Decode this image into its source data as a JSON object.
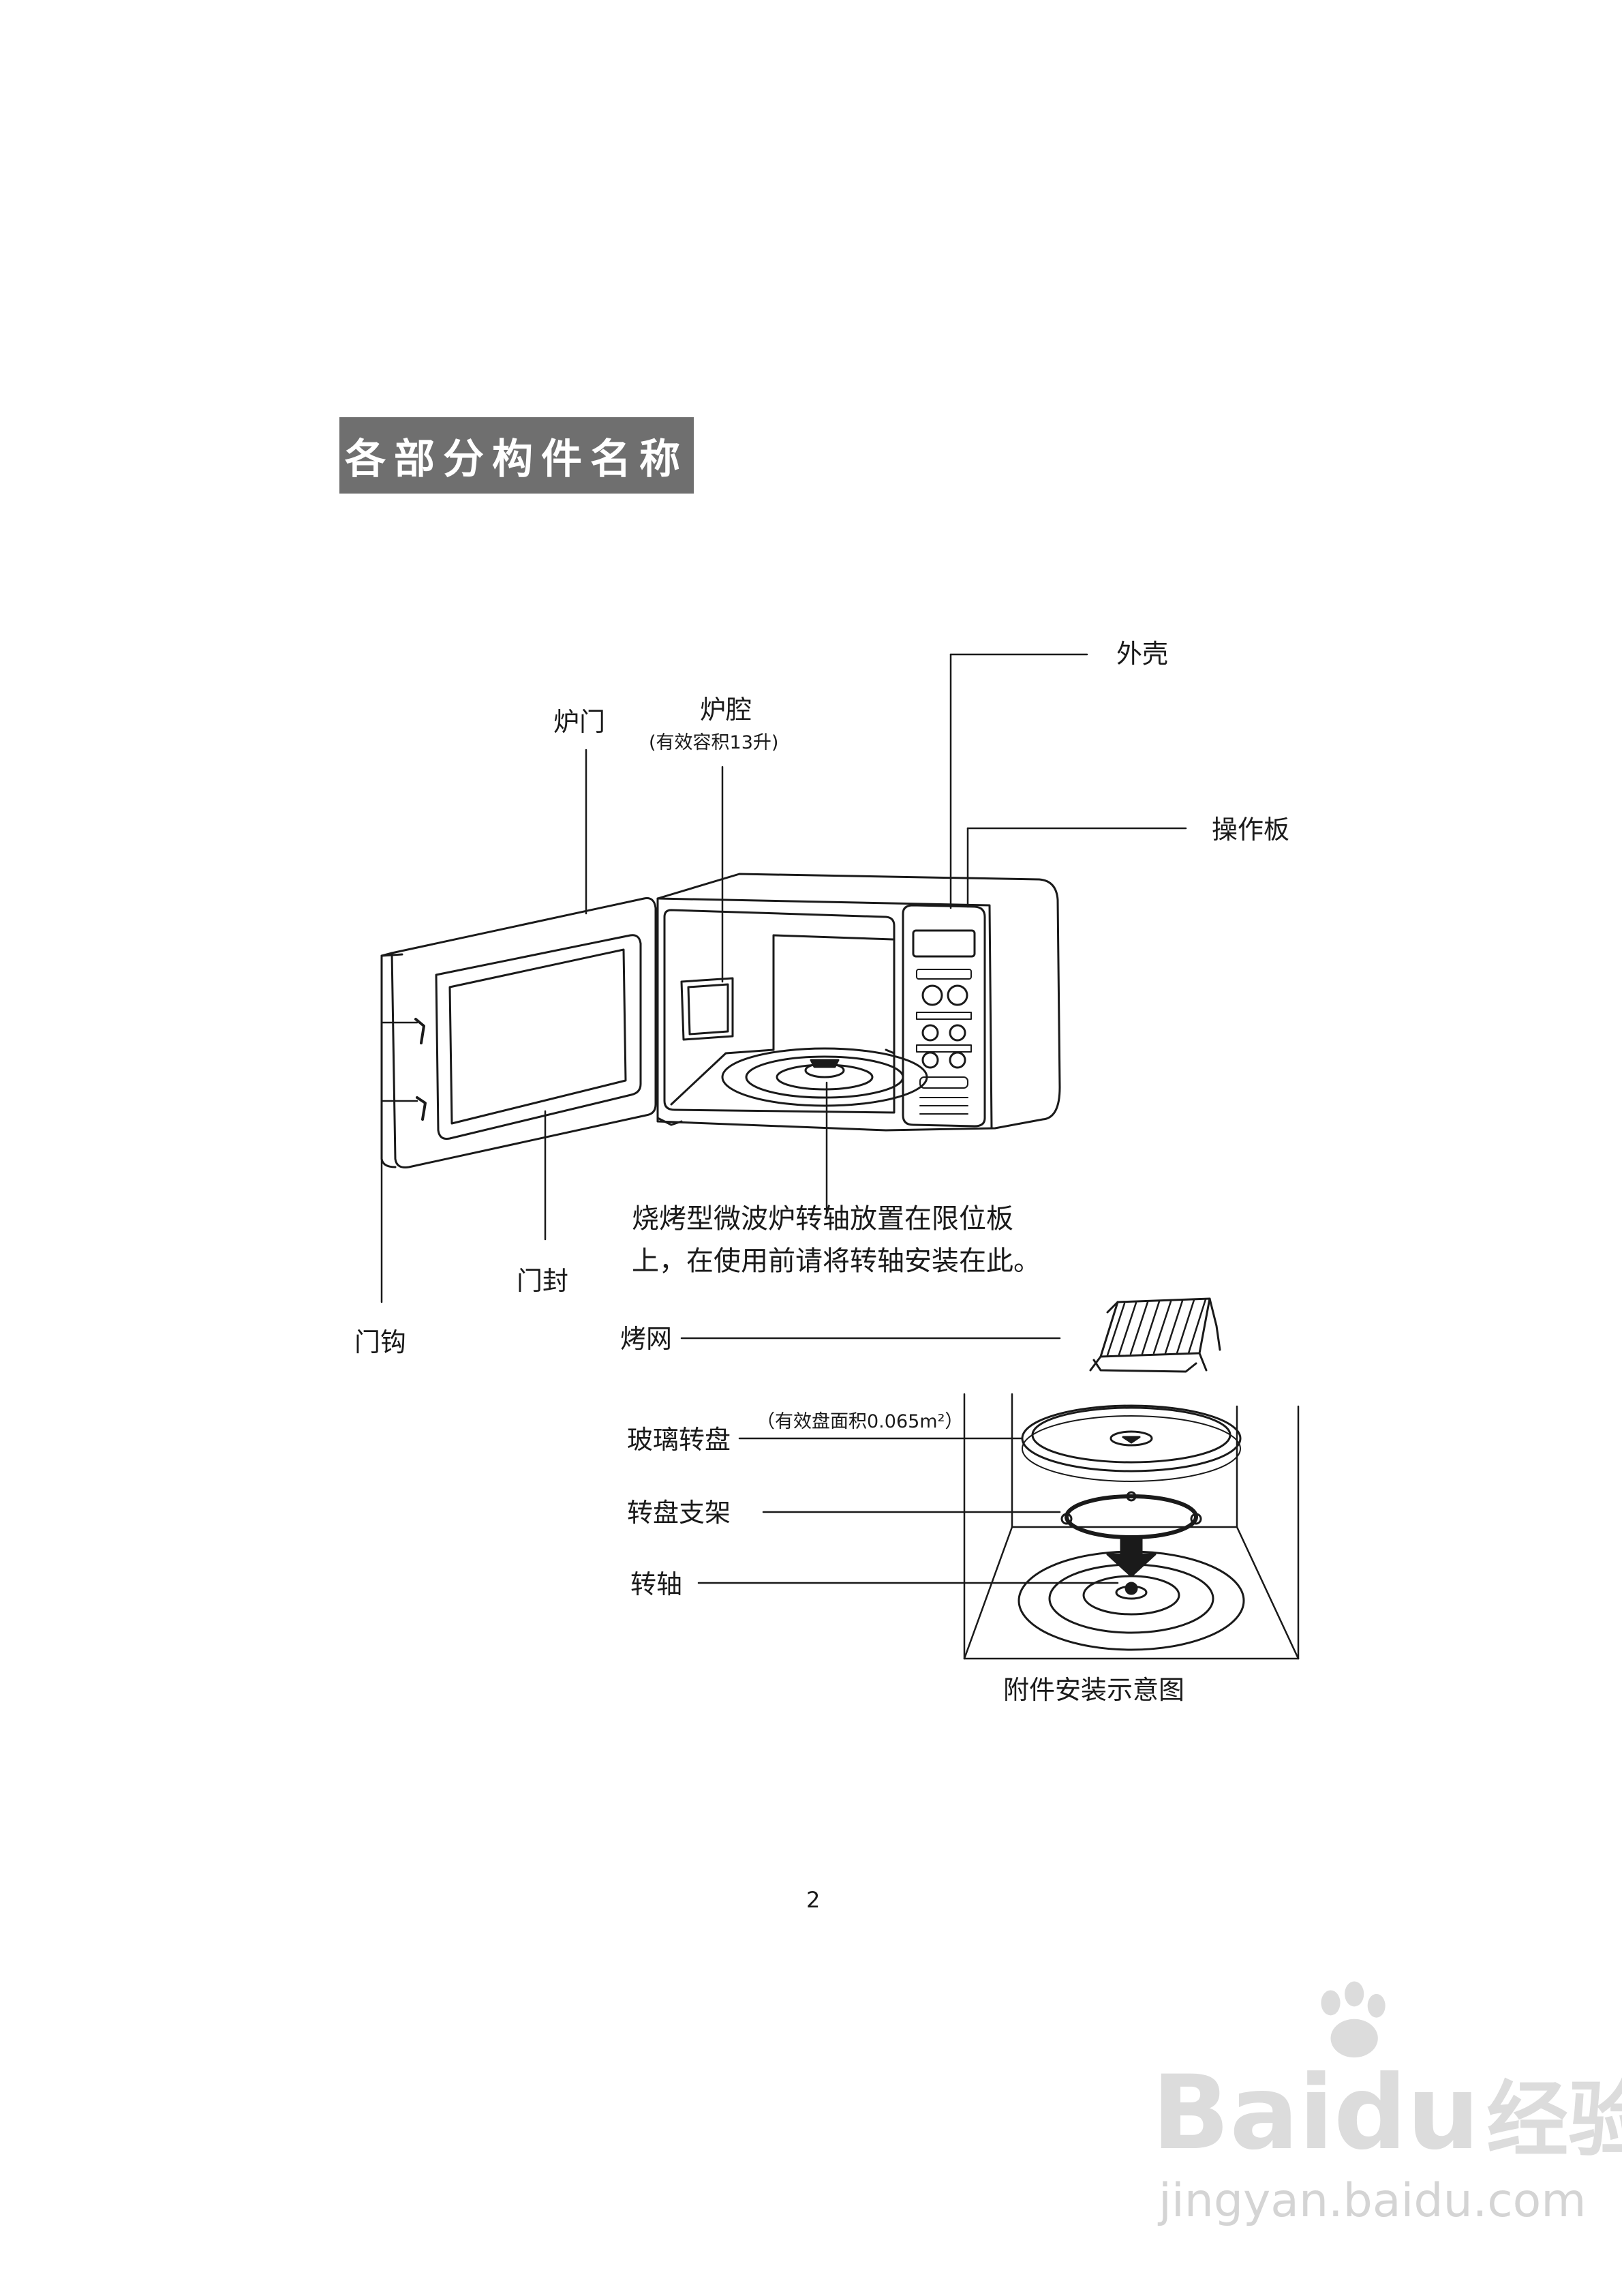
{
  "section_title": "各部分构件名称",
  "labels": {
    "shell": "外壳",
    "door": "炉门",
    "cavity": "炉腔",
    "cavity_note": "(有效容积13升)",
    "control_panel": "操作板",
    "door_seal": "门封",
    "door_hook": "门钩",
    "shaft_note_line1": "烧烤型微波炉转轴放置在限位板",
    "shaft_note_line2": "上，在使用前请将转轴安装在此。",
    "grill_rack": "烤网",
    "glass_tray": "玻璃转盘",
    "glass_tray_note": "（有效盘面积0.065m²）",
    "tray_support": "转盘支架",
    "shaft": "转轴",
    "accessory_caption": "附件安装示意图"
  },
  "page_number": "2",
  "watermark": {
    "brand": "Bai",
    "brand_suffix": "du",
    "service": "经验",
    "url": "jingyan.baidu.com"
  }
}
